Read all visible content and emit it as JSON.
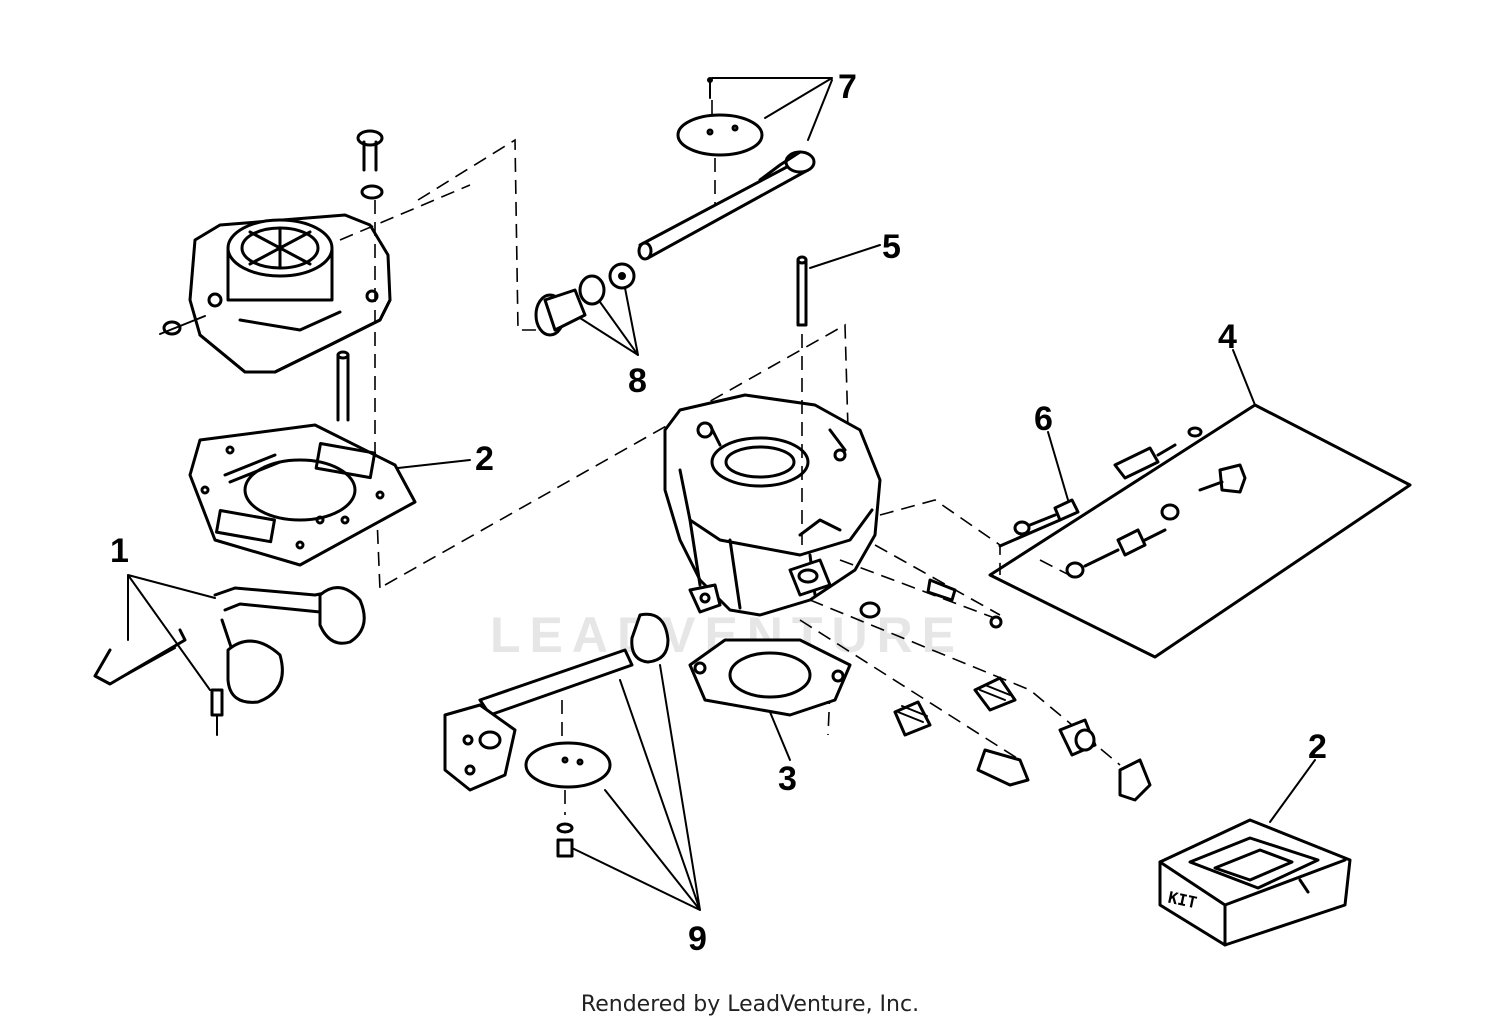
{
  "diagram": {
    "watermark": "LEADVENTURE",
    "kit_box_text": "KIT",
    "callouts": [
      {
        "id": "c1",
        "label": "1"
      },
      {
        "id": "c2a",
        "label": "2"
      },
      {
        "id": "c2b",
        "label": "2"
      },
      {
        "id": "c3",
        "label": "3"
      },
      {
        "id": "c4",
        "label": "4"
      },
      {
        "id": "c5",
        "label": "5"
      },
      {
        "id": "c6",
        "label": "6"
      },
      {
        "id": "c7",
        "label": "7"
      },
      {
        "id": "c8",
        "label": "8"
      },
      {
        "id": "c9",
        "label": "9"
      }
    ]
  },
  "footer": {
    "credit": "Rendered by LeadVenture, Inc."
  },
  "colors": {
    "line": "#000000",
    "background": "#ffffff",
    "watermark": "#e6e6e6"
  }
}
